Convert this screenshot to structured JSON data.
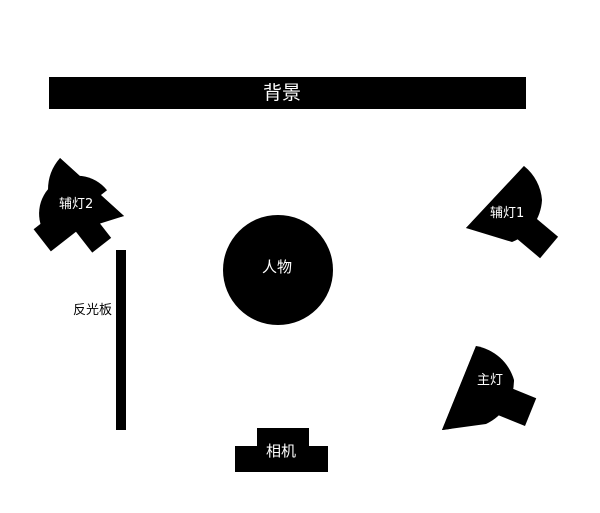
{
  "diagram": {
    "background_label": "背景",
    "subject_label": "人物",
    "reflector_label": "反光板",
    "camera_label": "相机",
    "lights": {
      "fill_light_2": "辅灯2",
      "fill_light_1": "辅灯1",
      "key_light": "主灯"
    }
  },
  "colors": {
    "ink": "#000000",
    "paper": "#ffffff",
    "label_on_dark": "#ffffff"
  }
}
